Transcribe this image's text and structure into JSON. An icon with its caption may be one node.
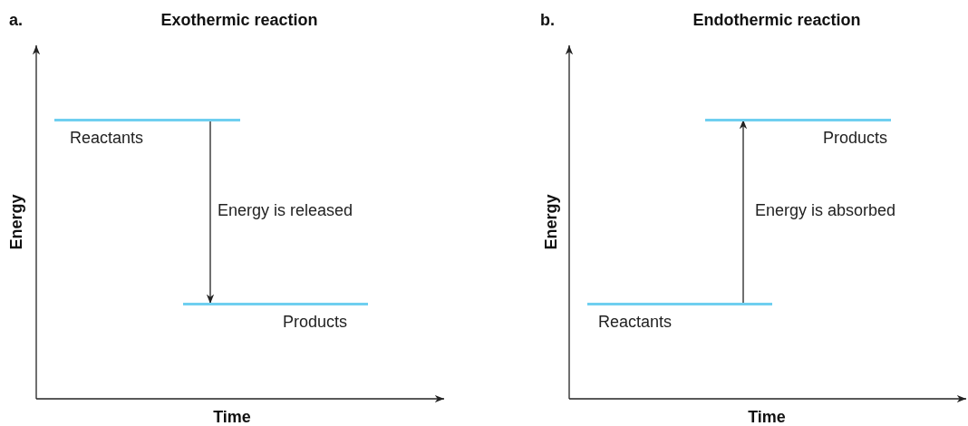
{
  "diagram": {
    "nodes": [
      {
        "text": [
          "Reactants"
        ]
      },
      {
        "text": [
          "Products"
        ]
      },
      {
        "text": [
          "Reactants"
        ]
      },
      {
        "text": [
          "Products"
        ]
      }
    ],
    "edges": [
      {
        "from": 0,
        "to": 1,
        "arrow": "to",
        "label": "Energy is released"
      },
      {
        "from": 2,
        "to": 3,
        "arrow": "to",
        "label": "Energy is absorbed"
      }
    ],
    "labels": [
      "a.",
      "Exothermic reaction",
      "b.",
      "Endothermic reaction",
      "Energy",
      "Time",
      "Energy",
      "Time"
    ]
  }
}
